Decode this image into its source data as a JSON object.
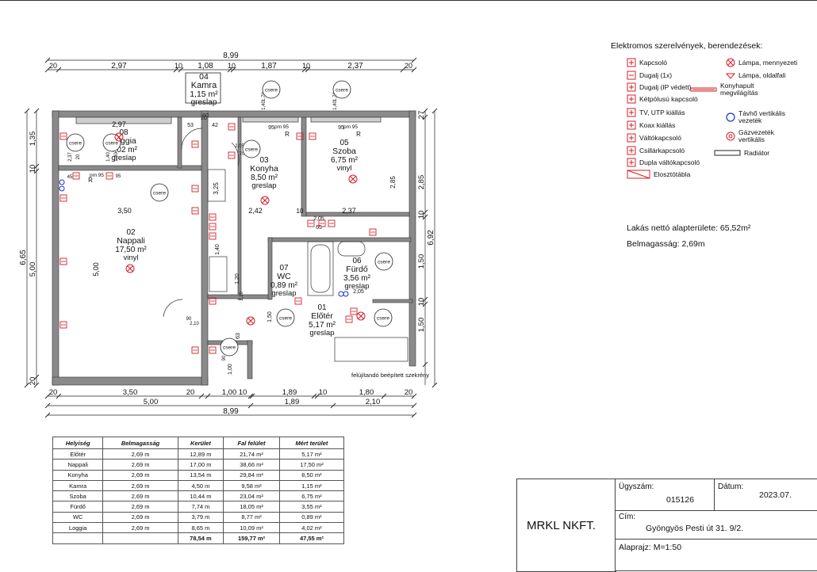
{
  "dims": {
    "top_total": "8,99",
    "top": [
      "20",
      "2,97",
      "10",
      "1,08",
      "10",
      "1,87",
      "10",
      "2,37",
      "20"
    ],
    "bottom1": [
      "20",
      "3,50",
      "20",
      "1,00",
      "10",
      "1,89",
      "10",
      "1,80",
      "20"
    ],
    "bottom2": [
      "5,00",
      "1,89",
      "2,10"
    ],
    "bottom_total": "8,99",
    "left": [
      "1,35",
      "10",
      "5,00",
      "20"
    ],
    "left_total": "6,65",
    "right": [
      "27",
      "2,85",
      "10",
      "1,50",
      "10",
      "1,50"
    ],
    "right_total": "6,92",
    "interior": [
      "2,97",
      "53",
      "42",
      "20",
      "3,50",
      "2,42",
      "10",
      "2,37",
      "3,25",
      "5,00",
      "2,85",
      "1,40",
      "1,20",
      "1,10",
      "1,50",
      "1,00",
      "63",
      "90",
      "2,10",
      "90",
      "2,05",
      "70",
      "2,05",
      "65",
      "2,05",
      "2,37",
      "60",
      "20",
      "1,40",
      "1,40",
      "1,70",
      "1,40",
      "1,70",
      "1,40",
      "45",
      "95",
      "95",
      "95"
    ]
  },
  "rooms": [
    {
      "num": "04",
      "name": "Kamra",
      "area": "1,15 m²",
      "floor": "greslap"
    },
    {
      "num": "08",
      "name": "Loggia",
      "area": "4,02 m²",
      "floor": "greslap"
    },
    {
      "num": "03",
      "name": "Konyha",
      "area": "8,50 m²",
      "floor": "greslap"
    },
    {
      "num": "05",
      "name": "Szoba",
      "area": "6,75 m²",
      "floor": "vinyl"
    },
    {
      "num": "02",
      "name": "Nappali",
      "area": "17,50 m²",
      "floor": "vinyl"
    },
    {
      "num": "06",
      "name": "Fürdő",
      "area": "3,56 m²",
      "floor": "greslap"
    },
    {
      "num": "07",
      "name": "WC",
      "area": "0,89 m²",
      "floor": "greslap"
    },
    {
      "num": "01",
      "name": "Előtér",
      "area": "5,17 m²",
      "floor": "greslap"
    }
  ],
  "plan_labels": {
    "csere": "csere",
    "pm95": "pm 95",
    "r": "R",
    "wardrobe_note": "felújítandó beépített szekrény"
  },
  "legend": {
    "title": "Elektromos szerelvények, berendezések:",
    "items": [
      {
        "label": "Kapcsoló",
        "icon": "switch-icon"
      },
      {
        "label": "Dugalj (1x)",
        "icon": "socket-icon"
      },
      {
        "label": "Dugalj (IP védett)",
        "icon": "socket-ip-icon"
      },
      {
        "label": "Kétpólusú kapcsoló",
        "icon": "double-pole-switch-icon"
      },
      {
        "label": "TV, UTP kiállás",
        "icon": "tv-utp-icon"
      },
      {
        "label": "Koax kiállás",
        "icon": "coax-icon"
      },
      {
        "label": "Váltókapcsoló",
        "icon": "changeover-switch-icon"
      },
      {
        "label": "Csillárkapcsoló",
        "icon": "chandelier-switch-icon"
      },
      {
        "label": "Dupla váltókapcsoló",
        "icon": "double-changeover-icon"
      },
      {
        "label": "Elosztótábla",
        "icon": "distribution-board-icon"
      },
      {
        "label": "Lámpa, mennyezeti",
        "icon": "ceiling-lamp-icon"
      },
      {
        "label": "Lámpa, oldalfali",
        "icon": "wall-lamp-icon"
      },
      {
        "label": "Konyhapult",
        "label2": "megvilágítás",
        "icon": "counter-light-icon"
      },
      {
        "label": "Távhő vertikális",
        "label2": "vezeték",
        "icon": "district-heating-icon"
      },
      {
        "label": "Gázvezeték",
        "label2": "vertikális",
        "icon": "gas-pipe-icon"
      },
      {
        "label": "Radiátor",
        "icon": "radiator-icon"
      }
    ]
  },
  "info": {
    "net_area": "Lakás nettó alapterülete: 65,52m²",
    "ceiling": "Belmagasság: 2,69m"
  },
  "table": {
    "headers": [
      "Helyiség",
      "Belmagasság",
      "Kerület",
      "Fal felület",
      "Mért terület"
    ],
    "rows": [
      [
        "Előtér",
        "2,69 m",
        "12,89 m",
        "21,74 m²",
        "5,17 m²"
      ],
      [
        "Nappali",
        "2,69 m",
        "17,00 m",
        "38,66 m²",
        "17,50 m²"
      ],
      [
        "Konyha",
        "2,69 m",
        "13,54 m",
        "29,84 m²",
        "8,50 m²"
      ],
      [
        "Kamra",
        "2,69 m",
        "4,50 m",
        "9,58 m²",
        "1,15 m²"
      ],
      [
        "Szoba",
        "2,69 m",
        "10,44 m",
        "23,04 m²",
        "6,75 m²"
      ],
      [
        "Fürdő",
        "2,69 m",
        "7,74 m",
        "18,05 m²",
        "3,55 m²"
      ],
      [
        "WC",
        "2,69 m",
        "3,79 m",
        "8,77 m²",
        "0,89 m²"
      ],
      [
        "Loggia",
        "2,69 m",
        "8,65 m",
        "10,09 m²",
        "4,02 m²"
      ]
    ],
    "totals": [
      "",
      "",
      "78,54 m",
      "159,77 m²",
      "47,55 m²"
    ]
  },
  "title_block": {
    "company": "MRKL NKFT.",
    "case_label": "Ügyszám:",
    "case_value": "015126",
    "date_label": "Dátum:",
    "date_value": "2023.07.",
    "address_label": "Cím:",
    "address_value": "Gyöngyös Pesti út 31. 9/2.",
    "scale": "Alaprajz: M=1:50"
  },
  "colors": {
    "wall": "#8a8a8a",
    "electric": "#d0202a",
    "gas": "#1b2fd0",
    "line": "#222222"
  }
}
